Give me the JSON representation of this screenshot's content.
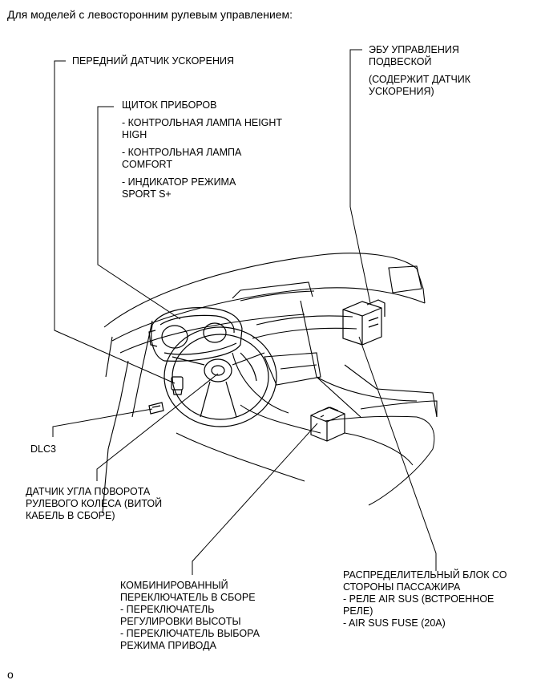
{
  "title": "Для моделей с левосторонним рулевым управлением:",
  "labels": {
    "front_sensor": [
      "ПЕРЕДНИЙ ДАТЧИК УСКОРЕНИЯ"
    ],
    "meter_title": "ЩИТОК ПРИБОРОВ",
    "meter_items": [
      [
        "- КОНТРОЛЬНАЯ ЛАМПА HEIGHT",
        "HIGH"
      ],
      [
        "- КОНТРОЛЬНАЯ ЛАМПА",
        "COMFORT"
      ],
      [
        "- ИНДИКАТОР РЕЖИМА",
        "SPORT S+"
      ]
    ],
    "ecu": [
      "ЭБУ УПРАВЛЕНИЯ",
      "ПОДВЕСКОЙ"
    ],
    "ecu_note": [
      "(СОДЕРЖИТ ДАТЧИК",
      "УСКОРЕНИЯ)"
    ],
    "dlc3": [
      "DLC3"
    ],
    "steering_sensor": [
      "ДАТЧИК УГЛА ПОВОРОТА",
      "РУЛЕВОГО КОЛЕСА (ВИТОЙ",
      "КАБЕЛЬ В СБОРЕ)"
    ],
    "combo_switch": [
      "КОМБИНИРОВАННЫЙ",
      "ПЕРЕКЛЮЧАТЕЛЬ В СБОРЕ",
      "- ПЕРЕКЛЮЧАТЕЛЬ",
      "РЕГУЛИРОВКИ ВЫСОТЫ",
      "- ПЕРЕКЛЮЧАТЕЛЬ ВЫБОРА",
      "РЕЖИМА ПРИВОДА"
    ],
    "junction_block": [
      "РАСПРЕДЕЛИТЕЛЬНЫЙ БЛОК СО",
      "СТОРОНЫ ПАССАЖИРА",
      "- РЕЛЕ AIR SUS (ВСТРОЕННОЕ",
      "РЕЛЕ)",
      "- AIR SUS FUSE (20A)"
    ]
  },
  "footer": "o"
}
